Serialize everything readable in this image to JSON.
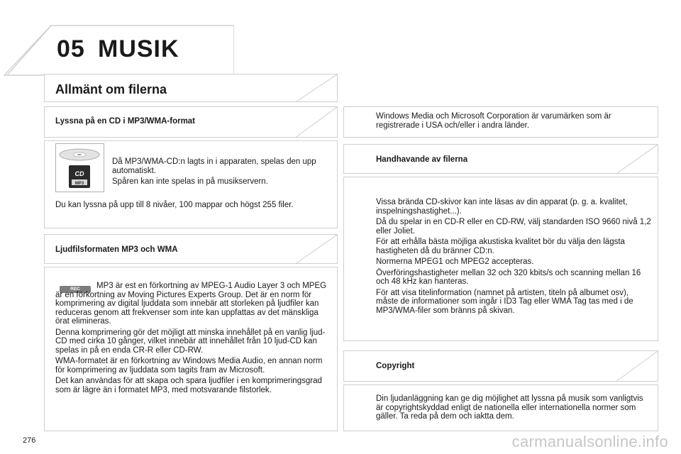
{
  "chapter": {
    "number": "05",
    "title": "MUSIK"
  },
  "section_title": "Allmänt om filerna",
  "left": {
    "cd_heading": "Lyssna på en CD i MP3/WMA-format",
    "cd_paragraphs": [
      "Då MP3/WMA-CD:n lagts in i apparaten, spelas den upp automatiskt.",
      "Spåren kan inte spelas in på musikservern."
    ],
    "cd_icon_label": "CD",
    "cd_icon_sublabel": "MP3",
    "cd_note": "Du kan lyssna på upp till 8 nivåer, 100 mappar och högst 255 filer.",
    "formats_heading": "Ljudfilsformaten MP3 och WMA",
    "rec_badge_label": "REC",
    "formats_paragraphs": [
      "MP3 är est en förkortning av MPEG-1 Audio Layer 3 och MPEG är en förkortning av Moving Pictures Experts Group. Det är en norm för komprimering av digital ljuddata som innebär att storleken på ljudfiler kan reduceras genom att frekvenser som inte kan uppfattas av det mänskliga örat elimineras.",
      "Denna komprimering gör det möjligt att minska innehållet på en vanlig ljud-CD med cirka 10 gånger, vilket innebär att innehållet från 10 ljud-CD kan spelas in på en enda CR-R eller CD-RW.",
      "WMA-formatet är en förkortning av Windows Media Audio, en annan norm för komprimering av ljuddata som tagits fram av Microsoft.",
      "Det kan användas för att skapa och spara ljudfiler i en komprimeringsgrad som är lägre än i formatet MP3, med motsvarande filstorlek."
    ]
  },
  "right": {
    "trademark_text": "Windows Media och Microsoft Corporation är varumärken som är registrerade i USA och/eller i andra länder.",
    "handling_heading": "Handhavande av filerna",
    "handling_paragraphs": [
      "Vissa brända CD-skivor kan inte läsas av din apparat (p. g. a. kvalitet, inspelningshastighet...).",
      "Då du spelar in en CD-R eller en CD-RW, välj standarden ISO 9660 nivå 1,2 eller Joliet.",
      "För att erhålla bästa möjliga akustiska kvalitet bör du välja den lägsta hastigheten då du bränner CD:n.",
      "Normerna MPEG1 och MPEG2 accepteras.",
      "Överföringshastigheter mellan 32 och 320 kbits/s och scanning mellan 16 och 48 kHz kan hanteras.",
      "För att visa titelinformation (namnet på artisten, titeln på albumet osv), måste de informationer som ingår i ID3 Tag eller WMA Tag tas med i de MP3/WMA-filer som bränns på skivan."
    ],
    "copyright_heading": "Copyright",
    "copyright_text": "Din ljudanläggning kan ge dig möjlighet att lyssna på musik som vanligtvis är copyrightskyddad enligt de nationella eller internationella normer som gäller. Ta reda på dem och iaktta dem."
  },
  "footer": {
    "page_number": "276",
    "watermark": "carmanualsonline.info"
  }
}
